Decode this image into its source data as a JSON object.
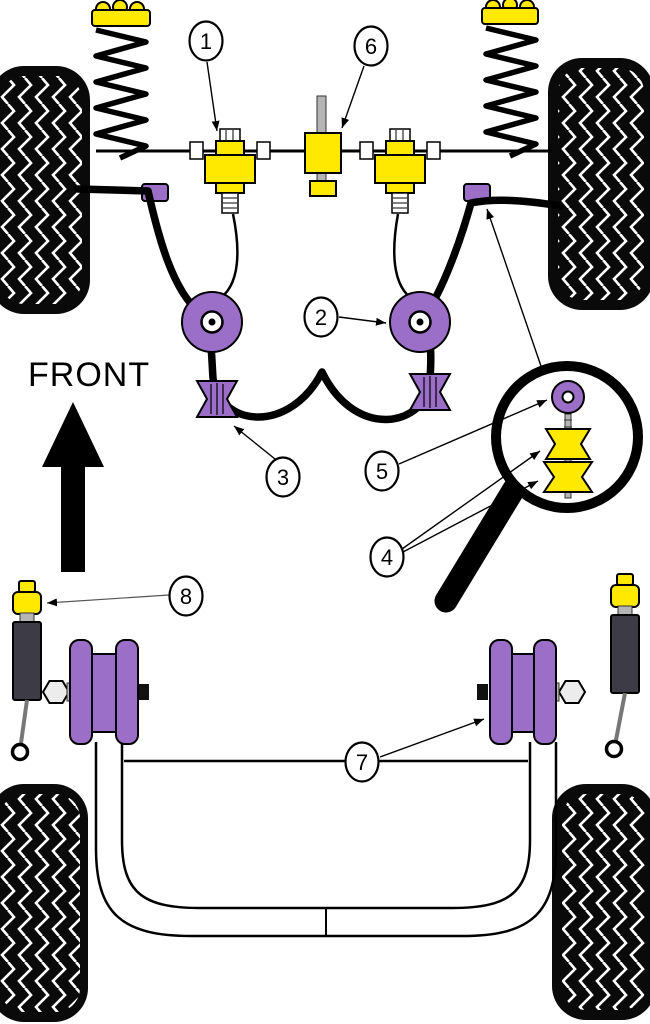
{
  "diagram": {
    "front_label": "FRONT",
    "callouts": {
      "c1": "1",
      "c2": "2",
      "c3": "3",
      "c4": "4",
      "c5": "5",
      "c6": "6",
      "c7": "7",
      "c8": "8"
    },
    "colors": {
      "part_yellow": "#FFE900",
      "part_purple": "#9B6EC8",
      "shock_body_gray": "#3D3B45",
      "metal_gray": "#B5B5B5",
      "outline_black": "#000000"
    }
  }
}
